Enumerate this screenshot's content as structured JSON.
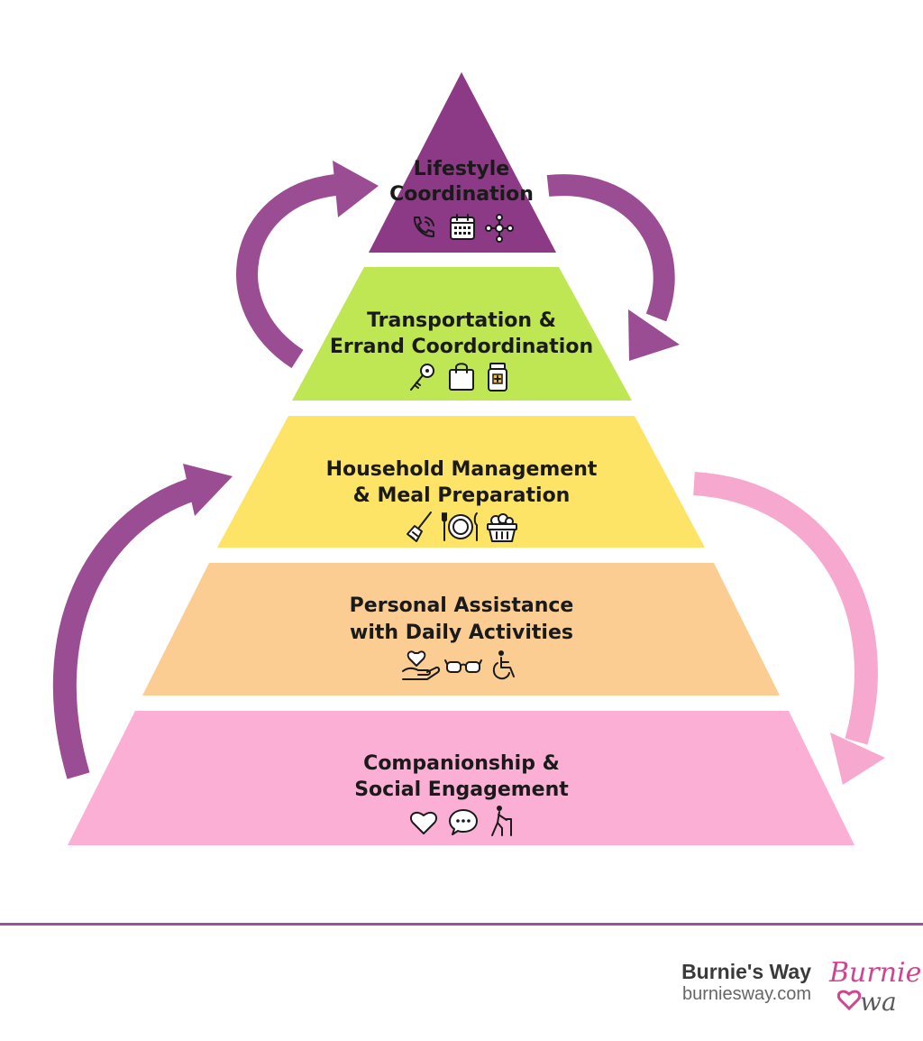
{
  "colors": {
    "tier1": "#8c3a85",
    "tier2": "#bfe653",
    "tier3": "#fde466",
    "tier4": "#fccd92",
    "tier5": "#fbafd5",
    "arrow_purple": "#9b4d94",
    "arrow_pink": "#f6a8cf",
    "footer_rule": "#a0509a",
    "logo_pink": "#d0458f",
    "logo_dark": "#5a5a5a"
  },
  "tiers": [
    {
      "line1": "Lifestyle",
      "line2": "Coordination",
      "icons": [
        "phone-icon",
        "calendar-icon",
        "network-icon"
      ]
    },
    {
      "line1": "Transportation &",
      "line2": "Errand Coordordination",
      "icons": [
        "key-icon",
        "shopping-bag-icon",
        "pill-jar-icon"
      ]
    },
    {
      "line1": "Household Management",
      "line2": "& Meal Preparation",
      "icons": [
        "broom-icon",
        "plate-cutlery-icon",
        "laundry-basket-icon"
      ]
    },
    {
      "line1": "Personal Assistance",
      "line2": "with Daily Activities",
      "icons": [
        "caring-hand-icon",
        "glasses-icon",
        "wheelchair-icon"
      ]
    },
    {
      "line1": "Companionship &",
      "line2": "Social Engagement",
      "icons": [
        "heart-icon",
        "chat-bubble-icon",
        "walking-cane-icon"
      ]
    }
  ],
  "footer": {
    "brand_name": "Burnie's Way",
    "brand_url": "burniesway.com",
    "logo_word1": "Burnie",
    "logo_word2": "wa"
  }
}
